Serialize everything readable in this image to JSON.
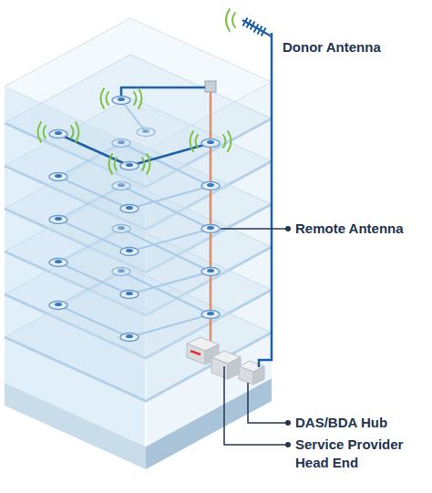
{
  "diagram": {
    "labels": [
      "Donor Antenna",
      "Remote Antenna",
      "DAS/BDA Hub",
      "Service Provider Head End"
    ]
  }
}
